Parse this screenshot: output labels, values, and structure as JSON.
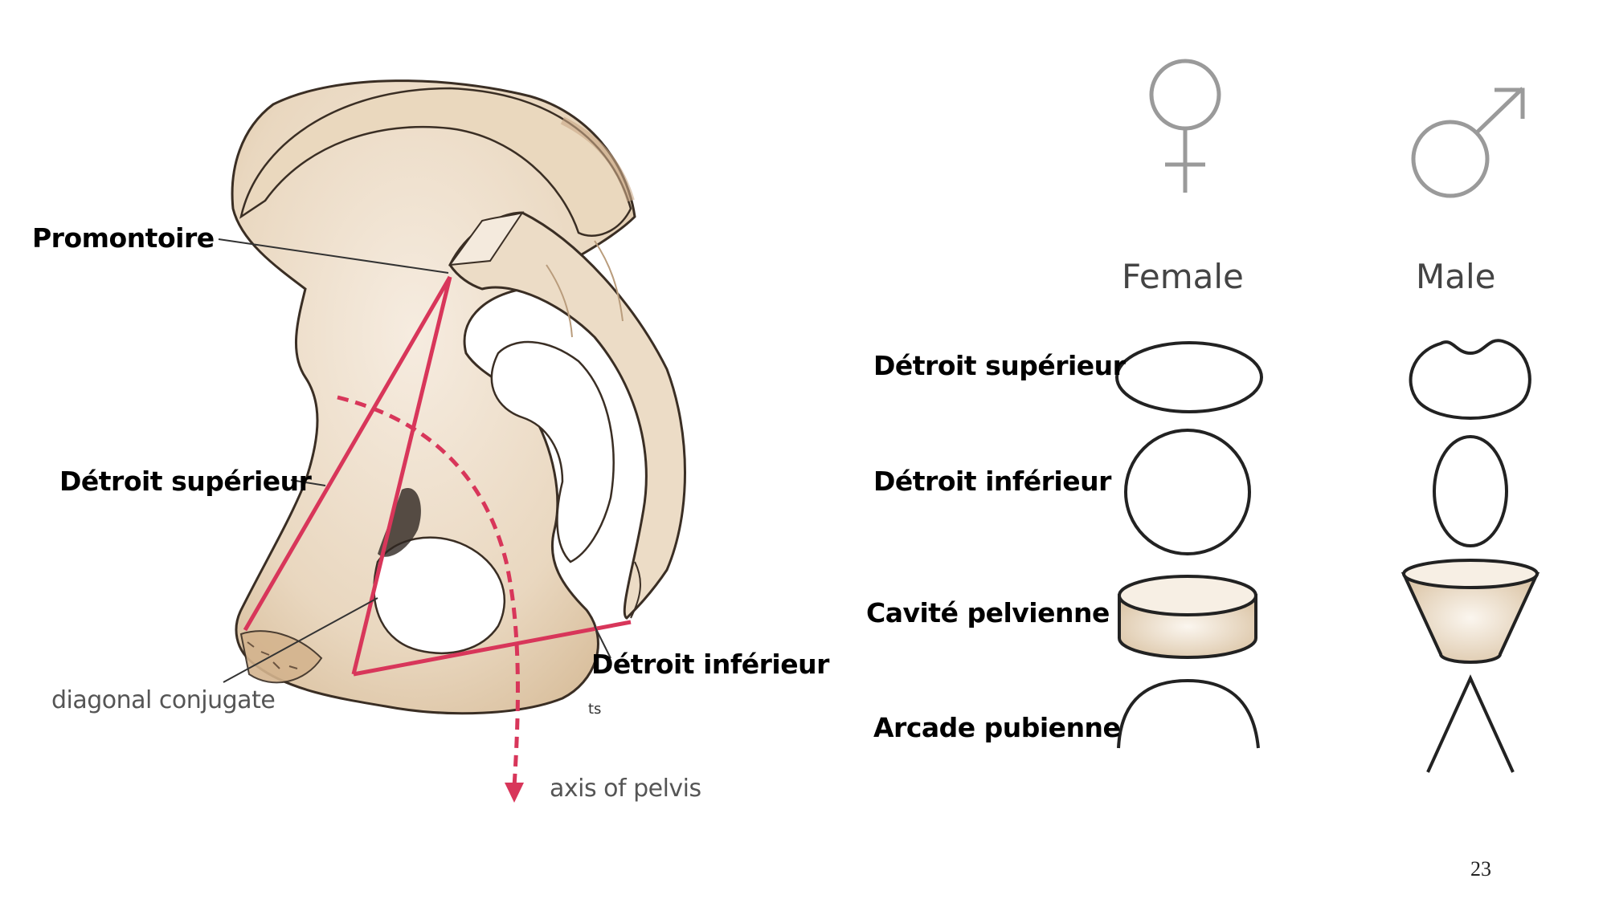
{
  "left_figure": {
    "labels": {
      "promontory": "Promontoire",
      "inlet": "Détroit supérieur",
      "outlet": "Détroit inférieur",
      "diagonal": "diagonal conjugate",
      "axis": "axis of pelvis",
      "ts": "ts"
    }
  },
  "comparison": {
    "headers": {
      "female": "Female",
      "male": "Male"
    },
    "rows": [
      {
        "label": "Détroit supérieur"
      },
      {
        "label": "Détroit inférieur"
      },
      {
        "label": "Cavité pelvienne"
      },
      {
        "label": "Arcade pubienne"
      }
    ]
  },
  "colors": {
    "bone": "#e9d7bf",
    "bone_edge": "#3a2e24",
    "line_red": "#d8365a",
    "symbol_gray": "#9a9a9a",
    "pelvis_fill": "#e8d8c2"
  },
  "icons": {
    "female_symbol": "venus-symbol",
    "male_symbol": "mars-symbol"
  },
  "page_number": "23"
}
